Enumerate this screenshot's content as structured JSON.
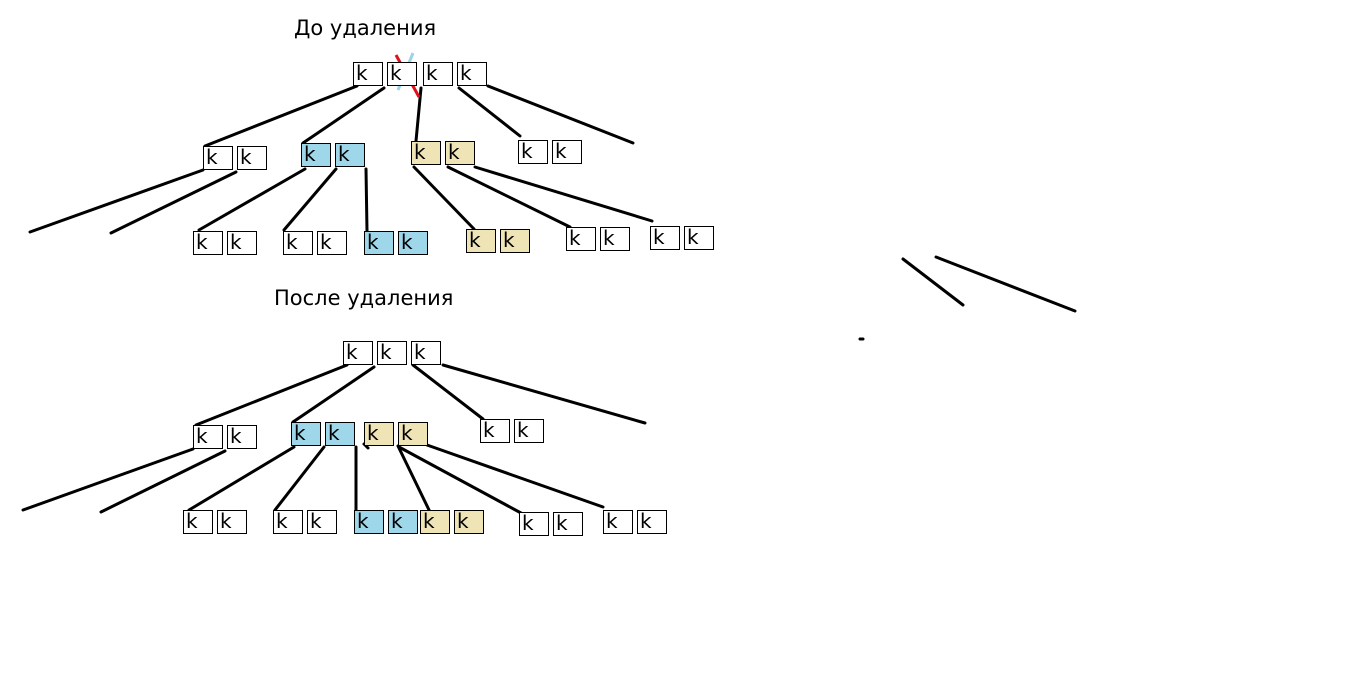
{
  "title_before": "До удаления",
  "title_after": "После удаления",
  "key_label": "k",
  "colors": {
    "background": "#ffffff",
    "edge": "#000000",
    "node_default": "#ffffff",
    "node_blue": "#9dd7e9",
    "node_yellow": "#efe4b5",
    "cross_red": "#e0101a",
    "cross_blue": "#9ad4e8"
  }
}
